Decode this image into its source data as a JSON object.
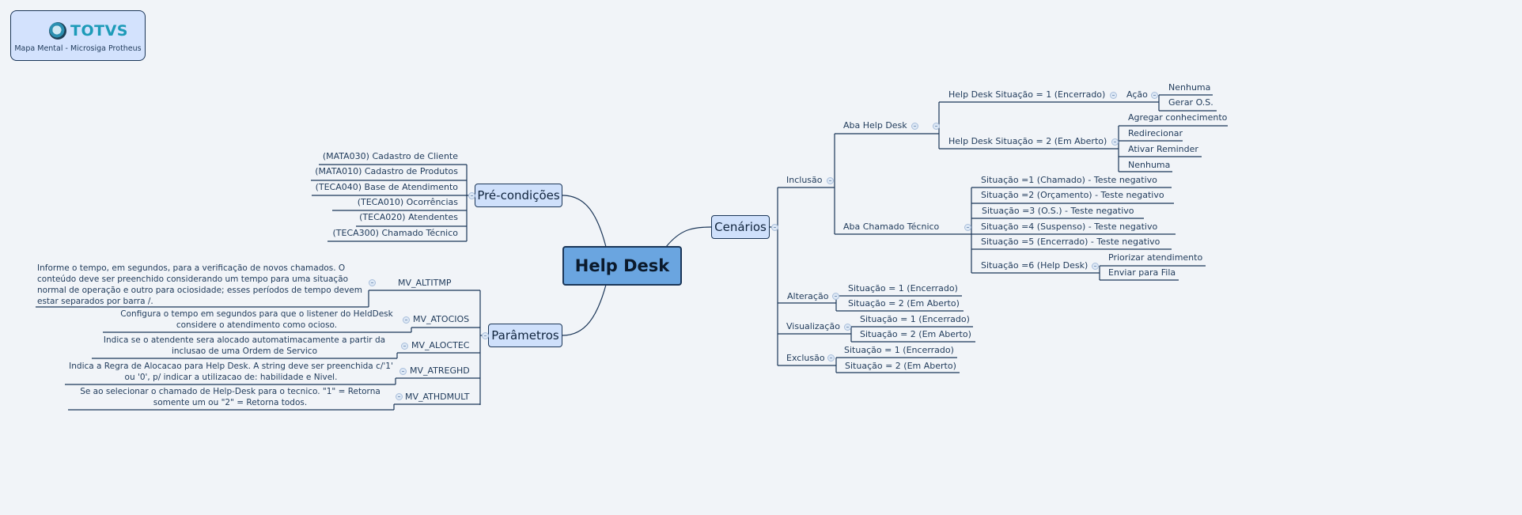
{
  "logo": {
    "brand": "TOTVS",
    "subtitle": "Mapa Mental - Microsiga Protheus"
  },
  "central": "Help Desk",
  "precondicoes": {
    "label": "Pré-condições",
    "items": [
      "(MATA030) Cadastro de Cliente",
      "(MATA010) Cadastro de Produtos",
      "(TECA040) Base de Atendimento",
      "(TECA010) Ocorrências",
      "(TECA020) Atendentes",
      "(TECA300) Chamado Técnico"
    ]
  },
  "parametros": {
    "label": "Parâmetros",
    "items": [
      {
        "name": "MV_ALTITMP",
        "desc": "Informe o tempo, em segundos, para a verificação de novos chamados. O conteúdo deve ser preenchido considerando um tempo para uma situação normal de operação e outro para ociosidade; esses períodos de tempo devem estar separados por barra /."
      },
      {
        "name": "MV_ATOCIOS",
        "desc": "Configura o tempo em segundos para que o listener do HeldDesk considere o atendimento como ocioso."
      },
      {
        "name": "MV_ALOCTEC",
        "desc": "Indica se o atendente sera alocado automatimacamente a partir da inclusao de uma Ordem de Servico"
      },
      {
        "name": "MV_ATREGHD",
        "desc": "Indica a Regra de Alocacao para Help Desk. A string deve ser preenchida c/'1' ou '0', p/ indicar a utilizacao de: habilidade e Nivel."
      },
      {
        "name": "MV_ATHDMULT",
        "desc": "Se ao selecionar o chamado de Help-Desk para o tecnico. \"1\" = Retorna somente um ou \"2\" = Retorna  todos."
      }
    ]
  },
  "cenarios": {
    "label": "Cenários",
    "inclusao": {
      "label": "Inclusão",
      "aba_help_desk": {
        "label": "Aba Help Desk",
        "sit1": {
          "label": "Help Desk Situação = 1 (Encerrado)",
          "acao": "Ação",
          "acoes": [
            "Nenhuma",
            "Gerar O.S."
          ]
        },
        "sit2": {
          "label": "Help Desk Situação = 2 (Em Aberto)",
          "acoes": [
            "Agregar conhecimento",
            "Redirecionar",
            "Ativar Reminder",
            "Nenhuma"
          ]
        }
      },
      "aba_chamado": {
        "label": "Aba Chamado Técnico",
        "items": [
          "Situação =1 (Chamado) -  Teste negativo",
          "Situação =2 (Orçamento) -  Teste negativo",
          "Situação =3 (O.S.) -  Teste negativo",
          "Situação =4 (Suspenso) -  Teste negativo",
          "Situação =5 (Encerrado) -  Teste negativo",
          "Situação =6 (Help Desk)"
        ],
        "sit6_children": [
          "Priorizar atendimento",
          "Enviar para Fila"
        ]
      }
    },
    "alteracao": {
      "label": "Alteração",
      "items": [
        "Situação = 1 (Encerrado)",
        "Situação = 2 (Em Aberto)"
      ]
    },
    "visualizacao": {
      "label": "Visualização",
      "items": [
        "Situação = 1 (Encerrado)",
        "Situação = 2 (Em Aberto)"
      ]
    },
    "exclusao": {
      "label": "Exclusão",
      "items": [
        "Situação = 1 (Encerrado)",
        "Situação = 2 (Em Aberto)"
      ]
    }
  }
}
